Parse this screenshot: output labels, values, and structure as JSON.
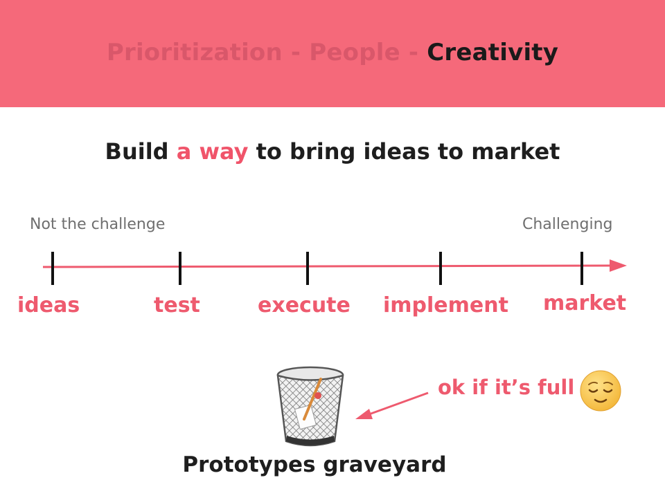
{
  "header": {
    "muted_text": "Prioritization - People - ",
    "active_text": "Creativity"
  },
  "headline": {
    "before": "Build ",
    "accent": "a way",
    "after": " to bring ideas to market"
  },
  "timeline": {
    "left_label": "Not the challenge",
    "right_label": "Challenging",
    "stages": [
      "ideas",
      "test",
      "execute",
      "implement",
      "market"
    ]
  },
  "annotation": {
    "note": "ok if it’s full",
    "caption": "Prototypes graveyard",
    "bin_icon": "trash-bin-icon",
    "emoji_icon": "relieved-face-icon"
  },
  "colors": {
    "header_bg": "#f5697a",
    "accent": "#ee5a6e",
    "text": "#1e1e1e"
  }
}
